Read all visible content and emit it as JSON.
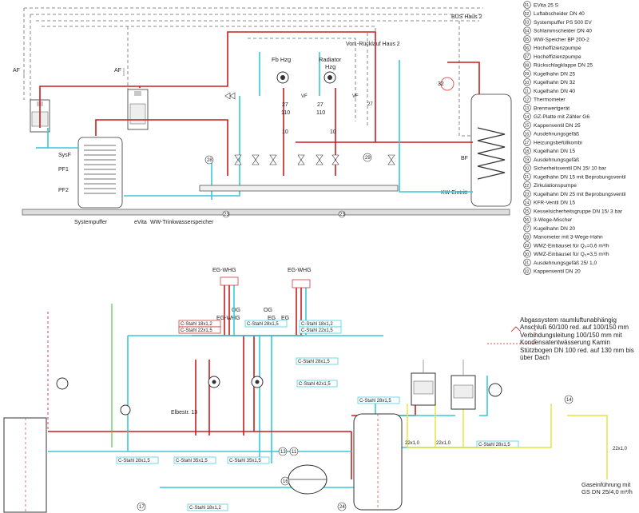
{
  "legend": [
    {
      "num": "01",
      "text": "EVita 25 S"
    },
    {
      "num": "02",
      "text": "Luftabscheider DN 40"
    },
    {
      "num": "03",
      "text": "Systempuffer PS 500 EV"
    },
    {
      "num": "04",
      "text": "Schlammscheider DN 40"
    },
    {
      "num": "05",
      "text": "WW-Speicher BP 200-2"
    },
    {
      "num": "06",
      "text": "Hocheffizienzpumpe"
    },
    {
      "num": "07",
      "text": "Hocheffizienzpumpe"
    },
    {
      "num": "08",
      "text": "Rückschlagklappe DN 25"
    },
    {
      "num": "09",
      "text": "Kugelhahn DN 25"
    },
    {
      "num": "10",
      "text": "Kugelhahn DN 32"
    },
    {
      "num": "11",
      "text": "Kugelhahn DN 40"
    },
    {
      "num": "12",
      "text": "Thermometer"
    },
    {
      "num": "13",
      "text": "Brennwertgerät"
    },
    {
      "num": "14",
      "text": "GZ-Platte mit Zähler G6"
    },
    {
      "num": "15",
      "text": "Kappenventil DN 25"
    },
    {
      "num": "16",
      "text": "Ausdehnungsgefäß"
    },
    {
      "num": "17",
      "text": "Heizungsbefüllkombi"
    },
    {
      "num": "18",
      "text": "Kugelhahn DN 15"
    },
    {
      "num": "19",
      "text": "Ausdehnungsgefäß"
    },
    {
      "num": "20",
      "text": "Sicherheitsventil DN 15/ 10 bar"
    },
    {
      "num": "21",
      "text": "Kugelhahn DN 15 mit Beprobungsventil"
    },
    {
      "num": "22",
      "text": "Zirkulationspumpe"
    },
    {
      "num": "23",
      "text": "Kugelhahn DN 25 mit Beprobungsventil"
    },
    {
      "num": "24",
      "text": "KFR-Ventil DN 15"
    },
    {
      "num": "25",
      "text": "Kesselsicherheitsgruppe DN 15/ 3 bar"
    },
    {
      "num": "26",
      "text": "3-Wege-Mischer"
    },
    {
      "num": "27",
      "text": "Kugelhahn DN 20"
    },
    {
      "num": "28",
      "text": "Manometer mit 3-Wege-Hahn"
    },
    {
      "num": "29",
      "text": "WMZ-Einbauset für Q₀=0,6 m³/h"
    },
    {
      "num": "30",
      "text": "WMZ-Einbauset für Q₀=3,5 m³/h"
    },
    {
      "num": "31",
      "text": "Ausdehnungsgefäß 25/ 1,0"
    },
    {
      "num": "32",
      "text": "Kappenventil DN 20"
    }
  ],
  "top": {
    "bus": "BUS Haus 2",
    "vorl": "Vorl.-Rücklauf Haus 2",
    "af1": "AF",
    "af2": "AF",
    "fb": "Fb Hzg",
    "radiator": "Radiator",
    "hzg": "Hzg",
    "sysf": "SysF",
    "pf1": "PF1",
    "pf2": "PF2",
    "bf": "BF",
    "kw": "KW Eintritt",
    "systempuffer": "Systempuffer",
    "evita": "eVita",
    "wwspeicher": "WW-Trinkwasserspeicher",
    "n27a": "27",
    "n27b": "27",
    "n110a": "110",
    "n110b": "110",
    "n10a": "10",
    "n10b": "10",
    "n32": "32",
    "vf1": "VF",
    "vf2": "VF",
    "n28": "28",
    "n29": "29",
    "n23a": "23",
    "n23b": "23"
  },
  "bottom": {
    "egwhg1": "EG-WHG",
    "egwhg2": "EG-WHG",
    "og1": "OG",
    "og2": "OG",
    "eg1": "EG",
    "eg2": "EG",
    "egwhg3": "EG-WHG",
    "cs18r": "C-Stahl 18x1,2",
    "cs22r": "C-Stahl 22x1,5",
    "cs28a": "C-Stahl 28x1,5",
    "cs18b": "C-Stahl 18x1,2",
    "cs22b": "C-Stahl 22x1,5",
    "cs28b": "C-Stahl 28x1,5",
    "cs42": "C-Stahl 42x1,5",
    "cs28c": "C-Stahl 28x1,5",
    "cs28d": "C-Stahl 28x1,5",
    "cs35a": "C-Stahl 35x1,5",
    "cs35b": "C-Stahl 35x1,5",
    "cs28e": "C-Stahl 28x1,5",
    "cs18e": "C-Stahl 18x1,2",
    "elbestr": "Elbestr. 13",
    "y22a": "22x1,0",
    "y22b": "22x1,0",
    "y22c": "22x1,0",
    "abgas": "Abgassystem raumluftunabhängig Anschluß 60/100 red. auf 100/150 mm Verbindungsleitung 100/150 mm mit Kondensatentwässerung Kamin Stützbogen DN 100 red. auf 130 mm bis über Dach",
    "gas": "Gaseinführung mit GS DN 25/4,0 m³/h",
    "n14": "14",
    "n16": "16",
    "n17": "17",
    "n24": "24",
    "n13": "13",
    "n11": "11"
  }
}
